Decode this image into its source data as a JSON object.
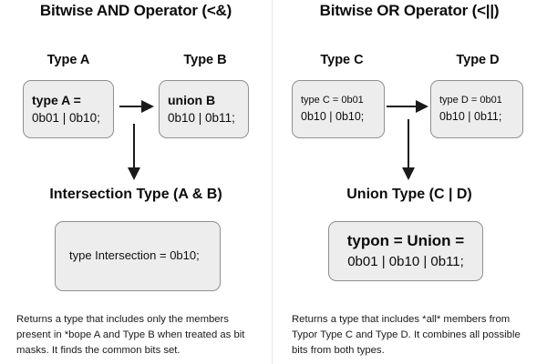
{
  "panels": [
    {
      "id": "bitwise-and",
      "title": "Bitwise AND Operator (<&)",
      "source_label": "Type A",
      "target_label": "Type B",
      "source_box": {
        "line1": "type A =",
        "line2": "0b01 | 0b10;"
      },
      "target_box": {
        "line1": "union B",
        "line2": "0b10 | 0b11;"
      },
      "result_title": "Intersection Type (A & B)",
      "result_box": {
        "line1": "type Intersection = 0b10;",
        "line2": ""
      },
      "caption": "Returns a type that includes only the members present in *bope A and Type B when treated as bit masks. It finds the common bits set."
    },
    {
      "id": "bitwise-or",
      "title": "Bitwise OR Operator (<||)",
      "source_label": "Type C",
      "target_label": "Type D",
      "source_box": {
        "line1": "type C = 0b01",
        "line2": "0b10 | 0b10;"
      },
      "target_box": {
        "line1": "type D = 0b01",
        "line2": "0b10 | 0b11;"
      },
      "result_title": "Union Type (C | D)",
      "result_box": {
        "line1": "typon = Union =",
        "line2": "0b01 | 0b10 | 0b11;"
      },
      "caption": "Returns a type that includes *all* members from Typor Type C and Type D. It combines all possible bits from both types."
    }
  ],
  "colors": {
    "background": "#ffffff",
    "box_fill": "#ededed",
    "box_border": "#8f8f8f",
    "text": "#0c0c0c",
    "arrow": "#1a1a1a",
    "divider": "#e6e6e6"
  }
}
